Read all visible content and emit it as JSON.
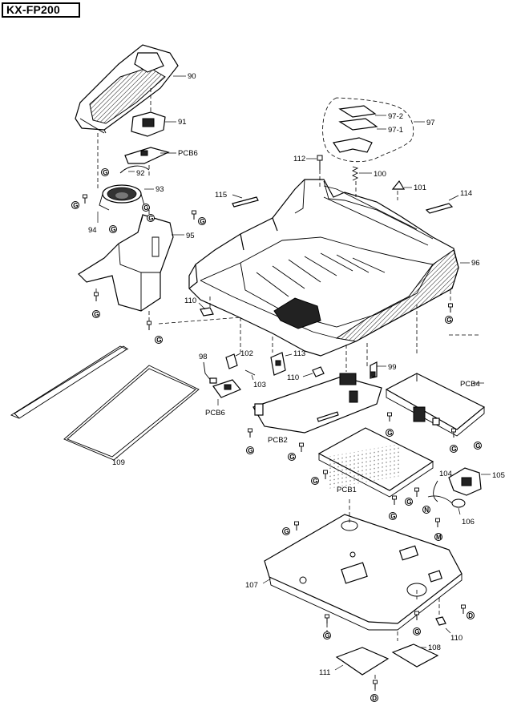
{
  "model": "KX-FP200",
  "callouts": {
    "p90": "90",
    "p91": "91",
    "pcb6_top": "PCB6",
    "p92": "92",
    "p93": "93",
    "p94": "94",
    "p95": "95",
    "p97_2": "97-2",
    "p97_1": "97-1",
    "p97": "97",
    "p112": "112",
    "p100": "100",
    "p101": "101",
    "p114": "114",
    "p115": "115",
    "p96": "96",
    "p110_left": "110",
    "p98": "98",
    "p102": "102",
    "p113": "113",
    "p103": "103",
    "pcb6_bottom": "PCB6",
    "p110_mid": "110",
    "p99": "99",
    "pcb4": "PCB4",
    "pcb2": "PCB2",
    "pcb1": "PCB1",
    "p104": "104",
    "p105": "105",
    "p106": "106",
    "p109": "109",
    "p107": "107",
    "p108": "108",
    "p110_bottom": "110",
    "p111": "111"
  },
  "screw_letters": {
    "G": "G",
    "M": "M",
    "N": "N",
    "D": "D"
  }
}
